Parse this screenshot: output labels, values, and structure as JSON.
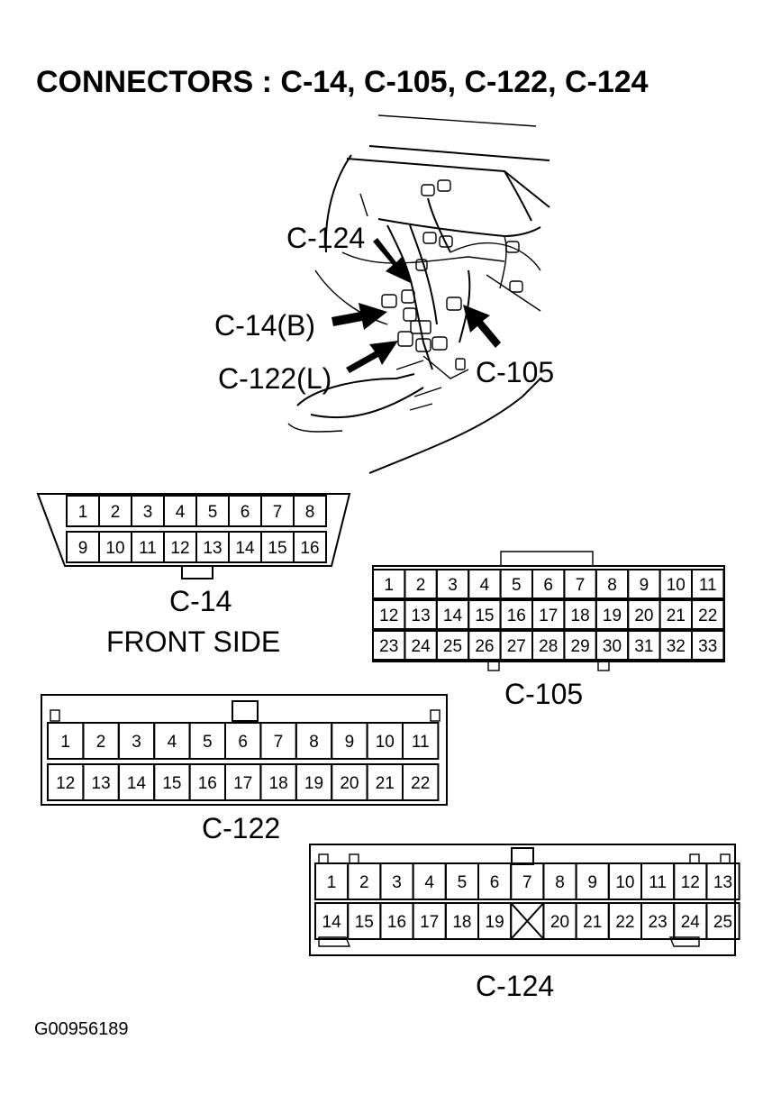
{
  "title": "CONNECTORS : C-14, C-105, C-122, C-124",
  "callouts": {
    "c124": "C-124",
    "c14": "C-14(B)",
    "c122": "C-122(L)",
    "c105": "C-105"
  },
  "connectors": {
    "c14": {
      "name": "C-14",
      "subtitle": "FRONT SIDE",
      "rows": [
        [
          "1",
          "2",
          "3",
          "4",
          "5",
          "6",
          "7",
          "8"
        ],
        [
          "9",
          "10",
          "11",
          "12",
          "13",
          "14",
          "15",
          "16"
        ]
      ]
    },
    "c105": {
      "name": "C-105",
      "rows": [
        [
          "1",
          "2",
          "3",
          "4",
          "5",
          "6",
          "7",
          "8",
          "9",
          "10",
          "11"
        ],
        [
          "12",
          "13",
          "14",
          "15",
          "16",
          "17",
          "18",
          "19",
          "20",
          "21",
          "22"
        ],
        [
          "23",
          "24",
          "25",
          "26",
          "27",
          "28",
          "29",
          "30",
          "31",
          "32",
          "33"
        ]
      ]
    },
    "c122": {
      "name": "C-122",
      "rows": [
        [
          "1",
          "2",
          "3",
          "4",
          "5",
          "6",
          "7",
          "8",
          "9",
          "10",
          "11"
        ],
        [
          "12",
          "13",
          "14",
          "15",
          "16",
          "17",
          "18",
          "19",
          "20",
          "21",
          "22"
        ]
      ]
    },
    "c124": {
      "name": "C-124",
      "rows": [
        [
          "1",
          "2",
          "3",
          "4",
          "5",
          "6",
          "7",
          "8",
          "9",
          "10",
          "11",
          "12",
          "13"
        ],
        [
          "14",
          "15",
          "16",
          "17",
          "18",
          "19",
          "",
          "20",
          "21",
          "22",
          "23",
          "24",
          "25"
        ]
      ]
    }
  },
  "figure_id": "G00956189"
}
